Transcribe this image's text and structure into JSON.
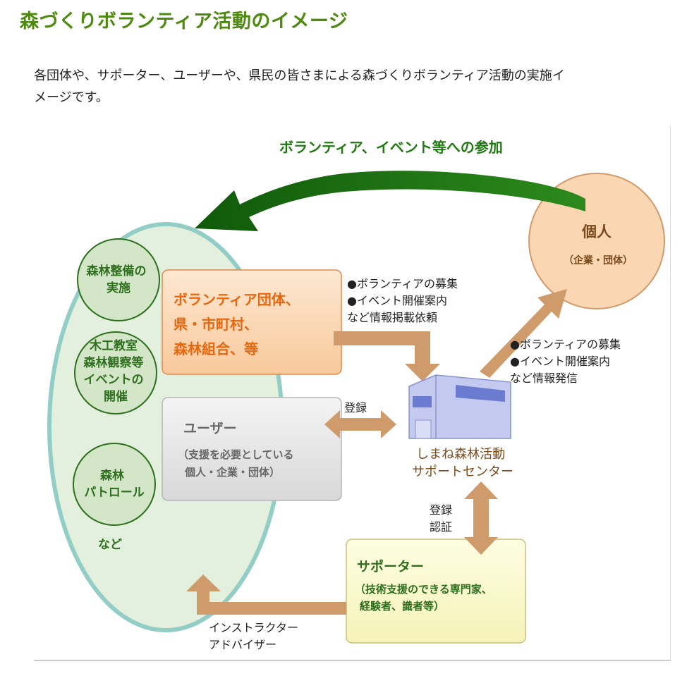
{
  "page": {
    "title": "森づくりボランティア活動のイメージ",
    "intro_line1": "各団体や、サポーター、ユーザーや、県民の皆さまによる森づくりボランティア活動の実施イ",
    "intro_line2": "メージです。"
  },
  "diagram": {
    "top_arrow_label": "ボランティア、イベント等への参加",
    "individual": {
      "title": "個人",
      "subtitle": "（企業・団体）"
    },
    "activities": [
      [
        "森林整備の",
        "実施"
      ],
      [
        "木工教室",
        "森林観察等",
        "イベントの",
        "開催"
      ],
      [
        "森林",
        "パトロール"
      ]
    ],
    "activities_more": "など",
    "volunteer_org": {
      "lines": [
        "ボランティア団体、",
        "県・市町村、",
        "森林組合、等"
      ]
    },
    "request_note": [
      "●ボランティアの募集",
      "●イベント開催案内",
      "など情報掲載依頼"
    ],
    "dispatch_note": [
      "●ボランティアの募集",
      "●イベント開催案内",
      "など情報発信"
    ],
    "user": {
      "title": "ユーザー",
      "lines": [
        "（支援を必要としている",
        "個人・企業・団体）"
      ]
    },
    "register_label": "登録",
    "center": {
      "lines": [
        "しまね森林活動",
        "サポートセンター"
      ]
    },
    "register_cert_label": [
      "登録",
      "認証"
    ],
    "supporter": {
      "title": "サポーター",
      "lines": [
        "（技術支援のできる専門家、",
        "経験者、識者等）"
      ]
    },
    "instructor_label": [
      "インストラクター",
      "アドバイザー"
    ]
  },
  "colors": {
    "title_green": "#4e8a0f",
    "arrow_green": "#1f7a10",
    "activity_green": "#2e6e1e",
    "org_orange": "#e8670e",
    "flow_arrow_tan": "#cf9b6a",
    "ellipse_fill": "#e4f0de",
    "ellipse_border": "#92cdc6",
    "person_fill": "#fbd6b3",
    "supporter_fill": "#fbfbc9",
    "center_blue": "#c3c9ef"
  }
}
